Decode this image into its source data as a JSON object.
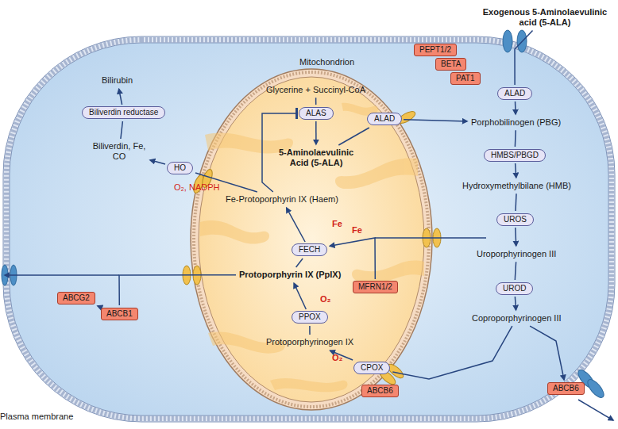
{
  "diagram": {
    "nodes": [
      {
        "text": [
          "Exogenous 5-Aminolaevulinic acid (5-ALA)"
        ]
      },
      {
        "text": [
          "PEPT1/2"
        ]
      },
      {
        "text": [
          "BETA"
        ]
      },
      {
        "text": [
          "PAT1"
        ]
      },
      {
        "text": [
          "Glycerine + Succinyl-CoA"
        ]
      },
      {
        "text": [
          "ALAS"
        ]
      },
      {
        "text": [
          "5-Aminolaevulinic Acid (5-ALA)"
        ]
      },
      {
        "text": [
          "ALAD"
        ]
      },
      {
        "text": [
          "ALAD"
        ]
      },
      {
        "text": [
          "Porphobilinogen (PBG)"
        ]
      },
      {
        "text": [
          "HMBS/PBGD"
        ]
      },
      {
        "text": [
          "Hydroxymethylbilane (HMB)"
        ]
      },
      {
        "text": [
          "UROS"
        ]
      },
      {
        "text": [
          "Uroporphyrinogen III"
        ]
      },
      {
        "text": [
          "UROD"
        ]
      },
      {
        "text": [
          "Coproporphyrinogen III"
        ]
      },
      {
        "text": [
          "ABCB6"
        ]
      },
      {
        "text": [
          "CPOX"
        ]
      },
      {
        "text": [
          "ABCB6"
        ]
      },
      {
        "text": [
          "Protoporphyrinogen IX"
        ]
      },
      {
        "text": [
          "PPOX"
        ]
      },
      {
        "text": [
          "Protoporphyrin IX (PpIX)"
        ]
      },
      {
        "text": [
          "FECH"
        ]
      },
      {
        "text": [
          "Fe-Protoporphyrin IX (Haem)"
        ]
      },
      {
        "text": [
          "MFRN1/2"
        ]
      },
      {
        "text": [
          "HO"
        ]
      },
      {
        "text": [
          "Biliverdin, Fe, CO"
        ]
      },
      {
        "text": [
          "Biliverdin reductase"
        ]
      },
      {
        "text": [
          "Bilirubin"
        ]
      },
      {
        "text": [
          "ABCB1"
        ]
      },
      {
        "text": [
          "ABCG2"
        ]
      }
    ],
    "edges": [
      {
        "from": 0,
        "to": 8,
        "arrow": "none"
      },
      {
        "from": 8,
        "to": 9,
        "arrow": "to"
      },
      {
        "from": 9,
        "to": 10,
        "arrow": "none"
      },
      {
        "from": 10,
        "to": 11,
        "arrow": "to"
      },
      {
        "from": 11,
        "to": 12,
        "arrow": "none"
      },
      {
        "from": 12,
        "to": 13,
        "arrow": "to"
      },
      {
        "from": 13,
        "to": 14,
        "arrow": "none"
      },
      {
        "from": 14,
        "to": 15,
        "arrow": "to"
      },
      {
        "from": 15,
        "to": 16,
        "arrow": "to"
      },
      {
        "from": 15,
        "to": 17,
        "arrow": "none"
      },
      {
        "from": 17,
        "to": 19,
        "arrow": "to"
      },
      {
        "from": 19,
        "to": 20,
        "arrow": "none"
      },
      {
        "from": 20,
        "to": 21,
        "arrow": "to"
      },
      {
        "from": 21,
        "to": 22,
        "arrow": "none"
      },
      {
        "from": 22,
        "to": 23,
        "arrow": "to"
      },
      {
        "from": 23,
        "to": 5,
        "arrow": "to"
      },
      {
        "from": 4,
        "to": 5,
        "arrow": "none"
      },
      {
        "from": 5,
        "to": 6,
        "arrow": "to"
      },
      {
        "from": 6,
        "to": 7,
        "arrow": "none"
      },
      {
        "from": 7,
        "to": 9,
        "arrow": "to"
      },
      {
        "from": 24,
        "to": 22,
        "label": "Fe",
        "arrow": "to"
      },
      {
        "from": 23,
        "to": 25,
        "arrow": "none"
      },
      {
        "from": 25,
        "to": 26,
        "arrow": "to"
      },
      {
        "from": 26,
        "to": 27,
        "arrow": "none"
      },
      {
        "from": 27,
        "to": 28,
        "arrow": "to"
      },
      {
        "from": 21,
        "to": 29,
        "arrow": "none"
      },
      {
        "from": 29,
        "to": 30,
        "arrow": "to"
      }
    ],
    "labels": [
      "Mitochondrion",
      "Fe",
      "O₂",
      "O₂",
      "O₂, NADPH",
      "Plasma membrane"
    ]
  }
}
